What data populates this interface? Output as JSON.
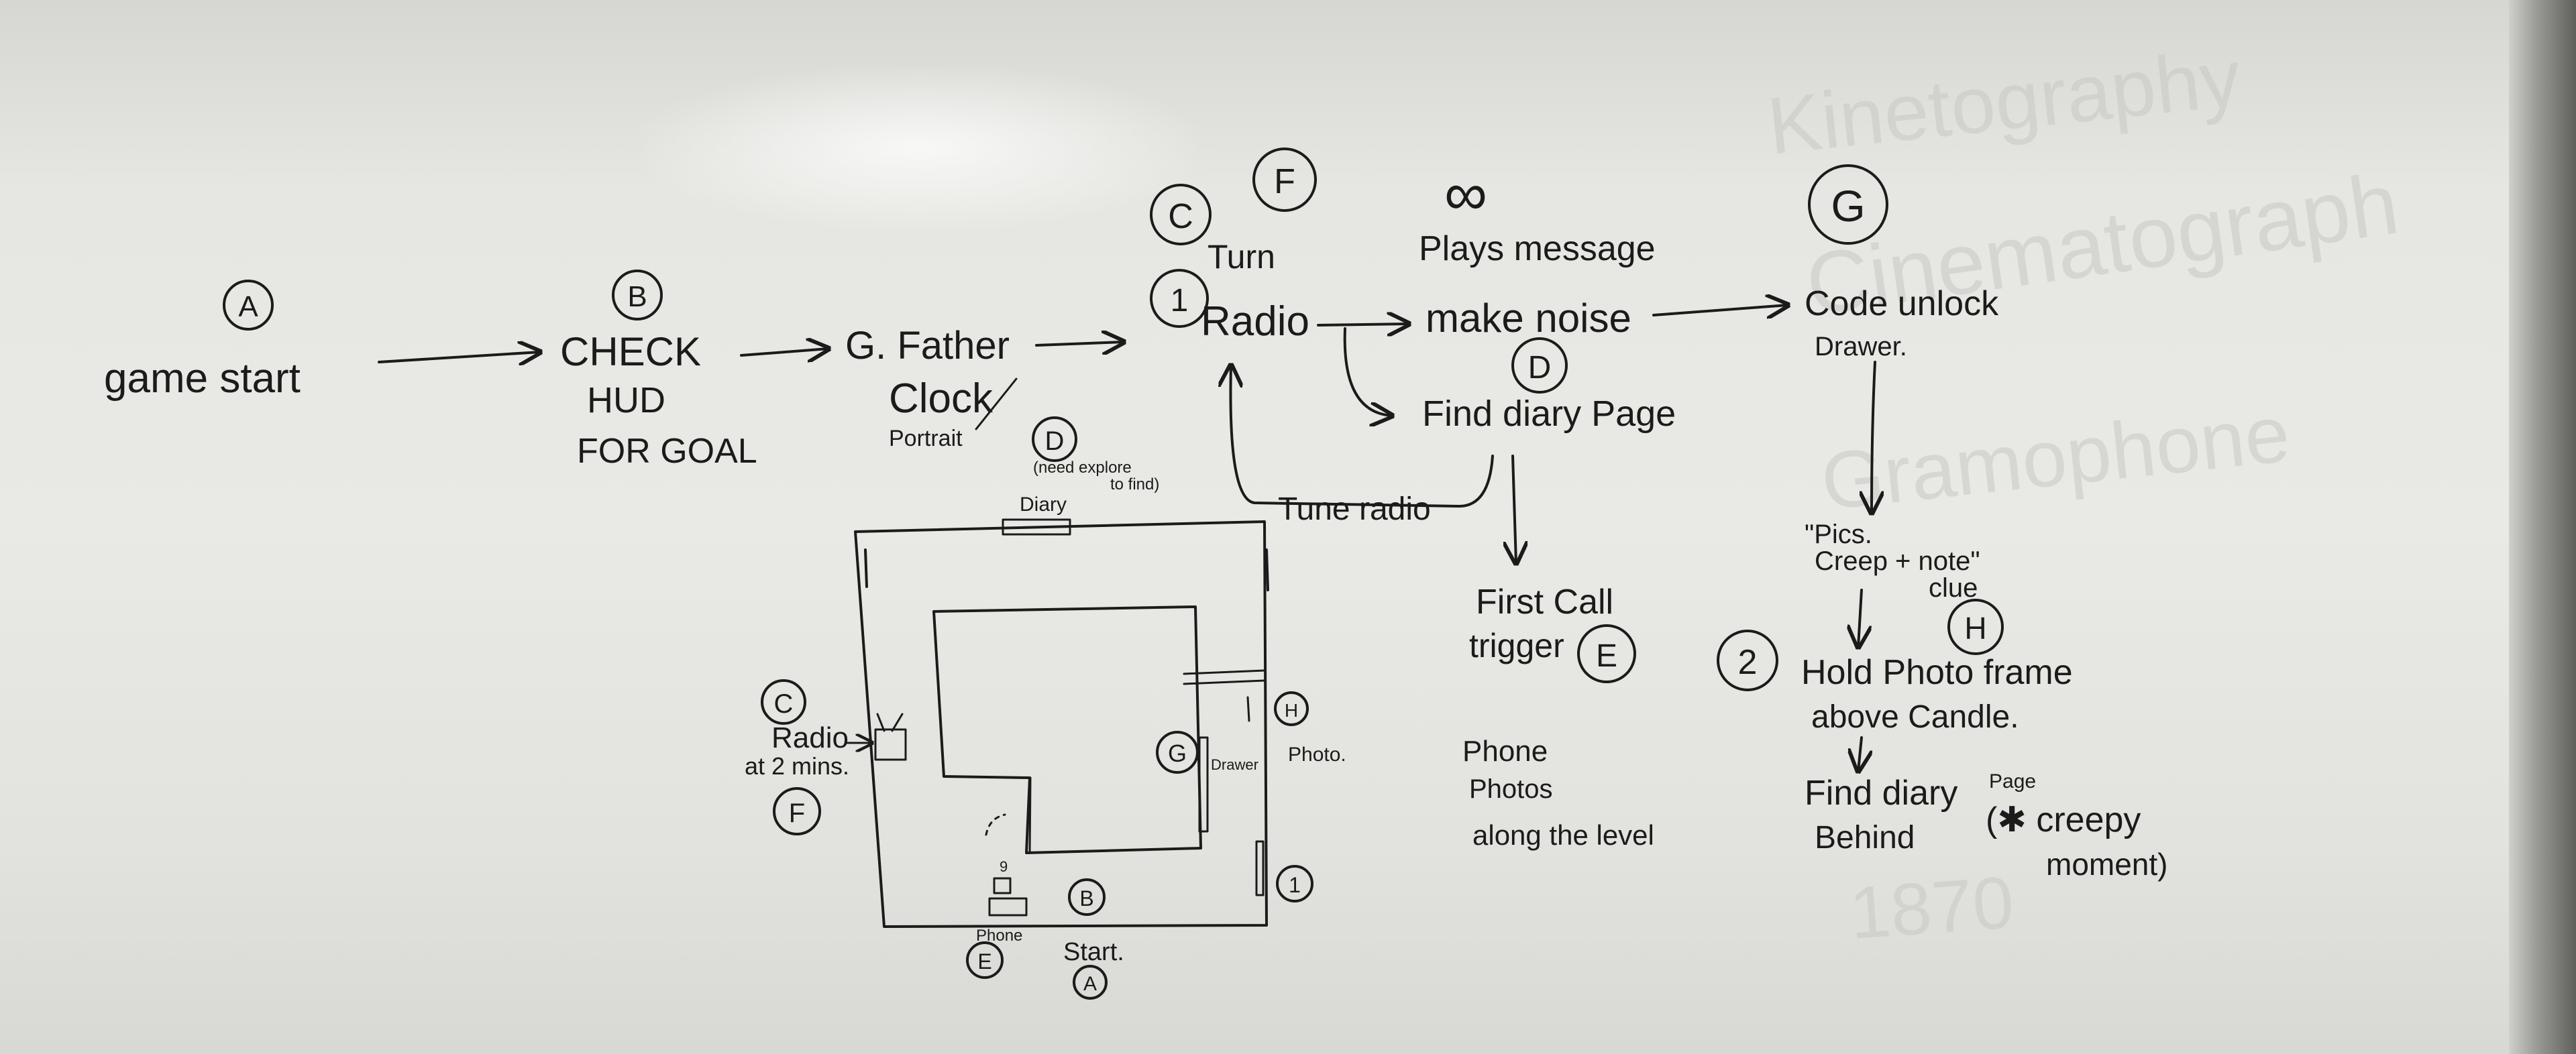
{
  "flow": {
    "nodes": {
      "a_label": "A",
      "a_text": "game start",
      "b_label": "B",
      "b_line1": "CHECK",
      "b_line2": "HUD",
      "b_line3": "FOR GOAL",
      "c_line1": "G. Father",
      "c_line2": "Clock",
      "c_line3": "Portrait",
      "radio_num": "1",
      "radio_c": "C",
      "radio_f": "F",
      "radio_turn": "Turn",
      "radio_text": "Radio",
      "infinity": "∞",
      "plays_message": "Plays message",
      "make_noise": "make noise",
      "d_label": "D",
      "find_diary": "Find diary Page",
      "tune_radio": "Tune radio",
      "first_call_1": "First Call",
      "first_call_2": "trigger",
      "e_label": "E",
      "phone_1": "Phone",
      "phone_2": "Photos",
      "phone_3": "along the level",
      "g_label": "G",
      "code_1": "Code unlock",
      "code_2": "Drawer.",
      "pics_1": "\"Pics.",
      "pics_2": "Creep + note\"",
      "pics_3": "clue",
      "h_label": "H",
      "two": "2",
      "hold_1": "Hold Photo frame",
      "hold_2": "above Candle.",
      "find_1": "Find diary",
      "find_page": "Page",
      "find_2": "Behind",
      "creepy_1": "(✱ creepy",
      "creepy_2": "moment)"
    }
  },
  "map": {
    "d_label": "D",
    "d_note_1": "(need explore",
    "d_note_2": "to find)",
    "diary": "Diary",
    "c_label": "C",
    "radio": "Radio",
    "at_2_mins": "at 2 mins.",
    "f_label": "F",
    "g_label": "G",
    "drawer": "Drawer",
    "h_label": "H",
    "photo": "Photo.",
    "one": "1",
    "b_label": "B",
    "phone": "Phone",
    "e_label": "E",
    "start": "Start.",
    "a_label": "A",
    "nine": "9"
  },
  "ghost": {
    "g1": "Kinetography",
    "g2": "Cinematograph",
    "g3": "Gramophone",
    "g4": "1870"
  }
}
